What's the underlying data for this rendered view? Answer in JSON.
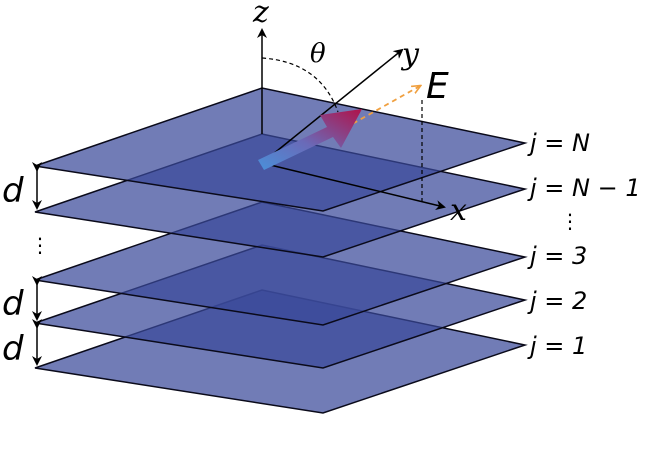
{
  "axes": {
    "z": "z",
    "x": "x",
    "y": "y",
    "theta": "θ",
    "field": "E"
  },
  "spacing_label": "d",
  "ellipsis": "⋮",
  "layers": [
    {
      "label": "j = N"
    },
    {
      "label": "j = N − 1"
    },
    {
      "label": "j = 3"
    },
    {
      "label": "j = 2"
    },
    {
      "label": "j = 1"
    }
  ],
  "colors": {
    "layer_fill": "#3a4a9a",
    "layer_stroke": "#0a0a1a",
    "arrow_start": "#4a90d9",
    "arrow_end": "#b0124a",
    "field_dash": "#f0a040"
  }
}
